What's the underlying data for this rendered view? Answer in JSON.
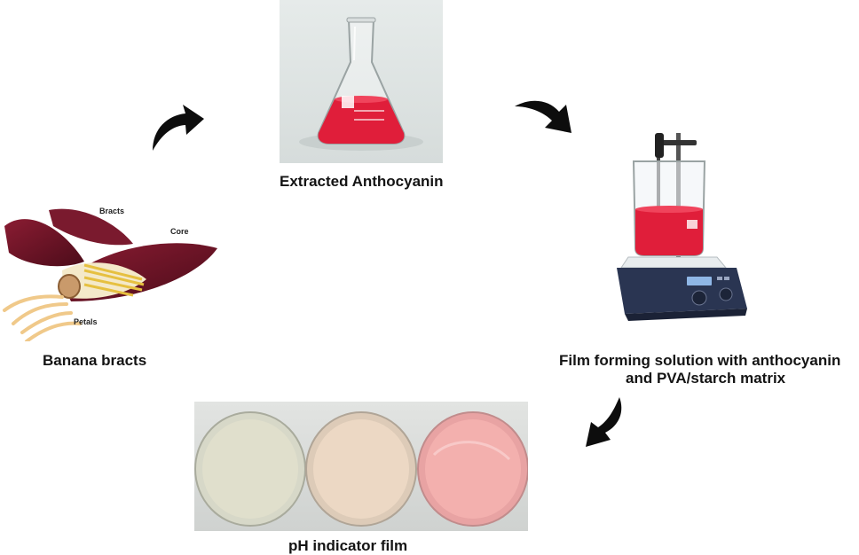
{
  "steps": {
    "bracts": {
      "caption": "Banana bracts",
      "labels": {
        "bracts": "Bracts",
        "core": "Core",
        "petals": "Petals"
      }
    },
    "extract": {
      "caption": "Extracted Anthocyanin"
    },
    "solution": {
      "caption_line1": "Film forming solution with anthocyanin",
      "caption_line2": "and PVA/starch matrix"
    },
    "film": {
      "caption": "pH indicator film"
    }
  },
  "colors": {
    "anthocyanin_red": "#e01e3a",
    "bract_purple": "#6e1426",
    "stirrer_body": "#2a3552",
    "arrow": "#0d0d0d"
  },
  "icons": [
    "curved-arrow-icon"
  ]
}
